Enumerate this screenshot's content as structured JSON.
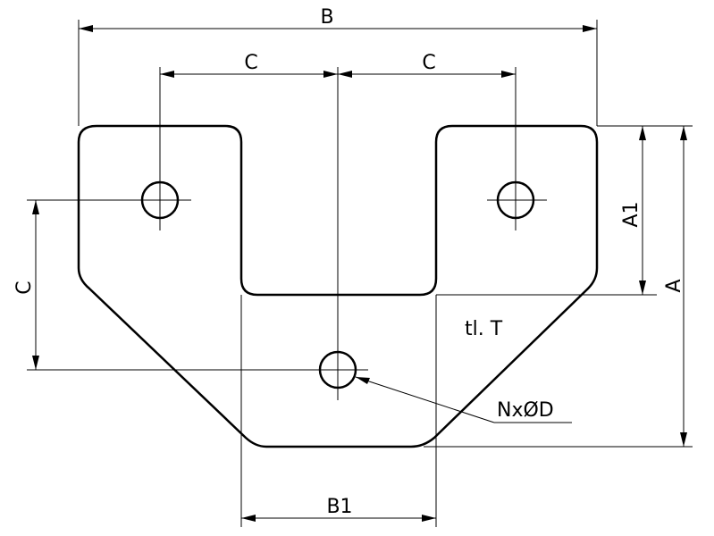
{
  "labels": {
    "overall_width": "B",
    "hole_spacing_left": "C",
    "hole_spacing_right": "C",
    "hole_offset_vertical": "C",
    "notch_depth": "A1",
    "overall_height": "A",
    "bottom_width": "B1",
    "thickness": "tl. T",
    "holes": "NxØD"
  }
}
